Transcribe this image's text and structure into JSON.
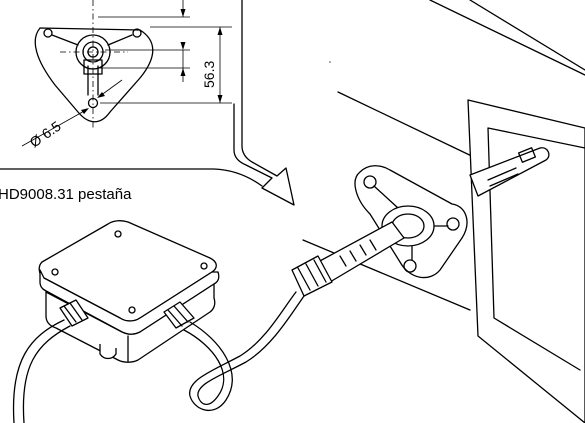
{
  "dimensions": {
    "vertical": "56.3",
    "hole_diameter": "Ø 6.5"
  },
  "labels": {
    "flange_model": "HD9008.31 pestaña"
  }
}
